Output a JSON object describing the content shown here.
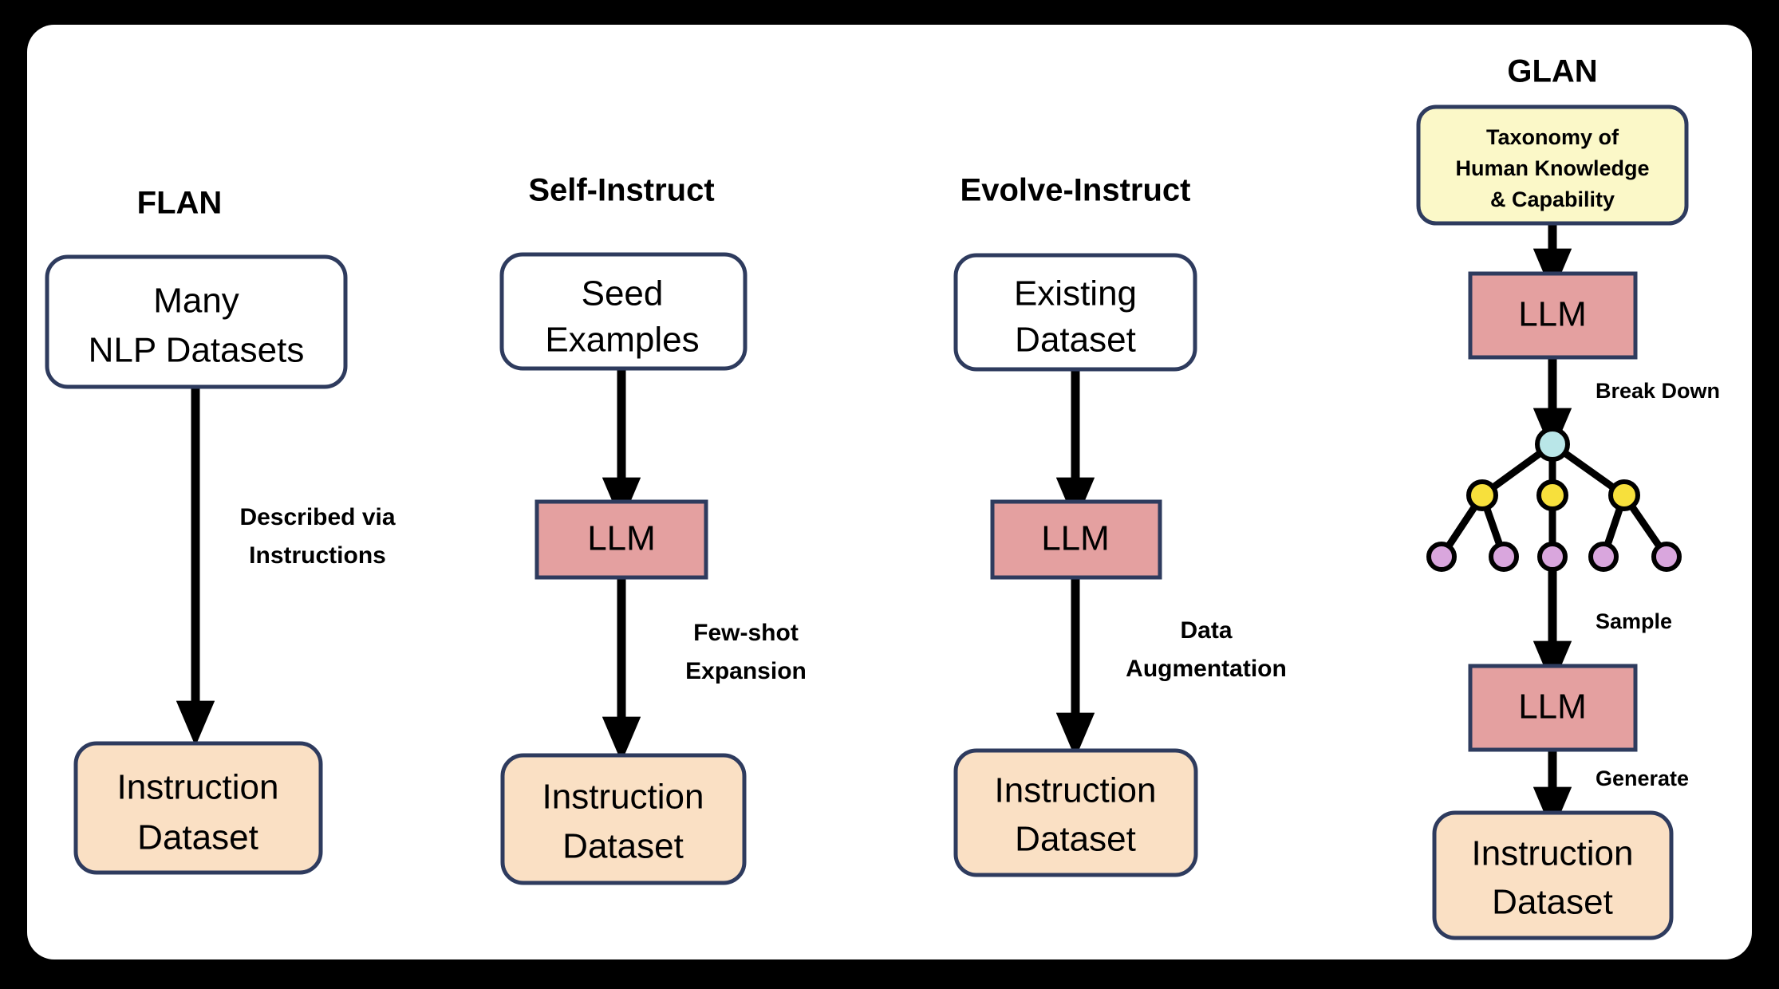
{
  "figure": {
    "background_color": "#000000",
    "panel_color": "#ffffff"
  },
  "palette": {
    "box_border": "#2e3b5e",
    "white_box_fill": "#ffffff",
    "llm_fill": "#e4a0a0",
    "dataset_fill": "#fae0c4",
    "taxonomy_fill": "#fbf8c8",
    "tree_root": "#b9e6e8",
    "tree_mid": "#f7e03c",
    "tree_leaf": "#d9a6dd",
    "arrow_color": "#000000",
    "text_color": "#000000"
  },
  "columns": [
    {
      "id": "flan",
      "title": "FLAN",
      "nodes": [
        {
          "name": "source",
          "label_lines": [
            "Many",
            "NLP Datasets"
          ],
          "style": "white-rounded"
        },
        {
          "name": "output",
          "label_lines": [
            "Instruction",
            "Dataset"
          ],
          "style": "dataset-rounded"
        }
      ],
      "edge_labels": [
        {
          "name": "described-via-instructions",
          "lines": [
            "Described via",
            "Instructions"
          ]
        }
      ]
    },
    {
      "id": "self-instruct",
      "title": "Self-Instruct",
      "nodes": [
        {
          "name": "source",
          "label_lines": [
            "Seed",
            "Examples"
          ],
          "style": "white-rounded"
        },
        {
          "name": "llm",
          "label_lines": [
            "LLM"
          ],
          "style": "llm-sharp"
        },
        {
          "name": "output",
          "label_lines": [
            "Instruction",
            "Dataset"
          ],
          "style": "dataset-rounded"
        }
      ],
      "edge_labels": [
        {
          "name": "few-shot-expansion",
          "lines": [
            "Few-shot",
            "Expansion"
          ]
        }
      ]
    },
    {
      "id": "evolve-instruct",
      "title": "Evolve-Instruct",
      "nodes": [
        {
          "name": "source",
          "label_lines": [
            "Existing",
            "Dataset"
          ],
          "style": "white-rounded"
        },
        {
          "name": "llm",
          "label_lines": [
            "LLM"
          ],
          "style": "llm-sharp"
        },
        {
          "name": "output",
          "label_lines": [
            "Instruction",
            "Dataset"
          ],
          "style": "dataset-rounded"
        }
      ],
      "edge_labels": [
        {
          "name": "data-augmentation",
          "lines": [
            "Data",
            "Augmentation"
          ]
        }
      ]
    },
    {
      "id": "glan",
      "title": "GLAN",
      "nodes": [
        {
          "name": "taxonomy",
          "label_lines": [
            "Taxonomy of",
            "Human Knowledge",
            "& Capability"
          ],
          "style": "taxonomy-rounded"
        },
        {
          "name": "llm-1",
          "label_lines": [
            "LLM"
          ],
          "style": "llm-sharp"
        },
        {
          "name": "tree",
          "label_lines": [],
          "style": "tree"
        },
        {
          "name": "llm-2",
          "label_lines": [
            "LLM"
          ],
          "style": "llm-sharp"
        },
        {
          "name": "output",
          "label_lines": [
            "Instruction",
            "Dataset"
          ],
          "style": "dataset-rounded"
        }
      ],
      "edge_labels": [
        {
          "name": "break-down",
          "lines": [
            "Break Down"
          ]
        },
        {
          "name": "sample",
          "lines": [
            "Sample"
          ]
        },
        {
          "name": "generate",
          "lines": [
            "Generate"
          ]
        }
      ],
      "tree": {
        "root_count": 1,
        "mid_count": 3,
        "leaf_count": 5
      }
    }
  ],
  "text": {
    "flan": {
      "title": "FLAN",
      "source_line1": "Many",
      "source_line2": "NLP Datasets",
      "edge_line1": "Described via",
      "edge_line2": "Instructions",
      "output_line1": "Instruction",
      "output_line2": "Dataset"
    },
    "self_instruct": {
      "title": "Self-Instruct",
      "source_line1": "Seed",
      "source_line2": "Examples",
      "llm": "LLM",
      "edge_line1": "Few-shot",
      "edge_line2": "Expansion",
      "output_line1": "Instruction",
      "output_line2": "Dataset"
    },
    "evolve_instruct": {
      "title": "Evolve-Instruct",
      "source_line1": "Existing",
      "source_line2": "Dataset",
      "llm": "LLM",
      "edge_line1": "Data",
      "edge_line2": "Augmentation",
      "output_line1": "Instruction",
      "output_line2": "Dataset"
    },
    "glan": {
      "title": "GLAN",
      "taxonomy_line1": "Taxonomy of",
      "taxonomy_line2": "Human Knowledge",
      "taxonomy_line3": "& Capability",
      "llm_1": "LLM",
      "llm_2": "LLM",
      "edge_break_down": "Break Down",
      "edge_sample": "Sample",
      "edge_generate": "Generate",
      "output_line1": "Instruction",
      "output_line2": "Dataset"
    }
  }
}
